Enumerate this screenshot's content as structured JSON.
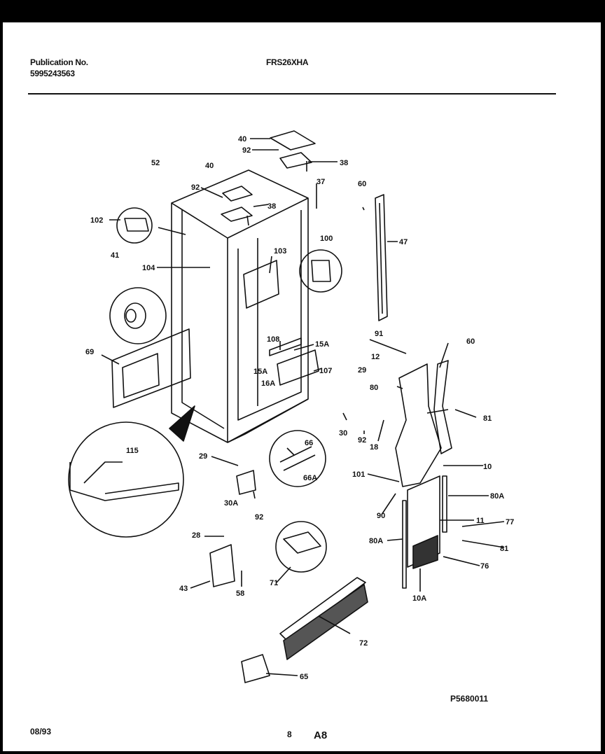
{
  "header": {
    "publication_label": "Publication No.",
    "publication_number": "5995243563",
    "model": "FRS26XHA"
  },
  "footer": {
    "date": "08/93",
    "page": "8",
    "section": "A8",
    "figure_code": "P5680011"
  },
  "callouts": [
    {
      "id": "c40a",
      "text": "40"
    },
    {
      "id": "c92a",
      "text": "92"
    },
    {
      "id": "c38a",
      "text": "38"
    },
    {
      "id": "c52",
      "text": "52"
    },
    {
      "id": "c40b",
      "text": "40"
    },
    {
      "id": "c92b",
      "text": "92"
    },
    {
      "id": "c37",
      "text": "37"
    },
    {
      "id": "c60a",
      "text": "60"
    },
    {
      "id": "c38b",
      "text": "38"
    },
    {
      "id": "c102",
      "text": "102"
    },
    {
      "id": "c100",
      "text": "100"
    },
    {
      "id": "c103",
      "text": "103"
    },
    {
      "id": "c47",
      "text": "47"
    },
    {
      "id": "c41",
      "text": "41"
    },
    {
      "id": "c104",
      "text": "104"
    },
    {
      "id": "c91",
      "text": "91"
    },
    {
      "id": "c60b",
      "text": "60"
    },
    {
      "id": "c69",
      "text": "69"
    },
    {
      "id": "c108",
      "text": "108"
    },
    {
      "id": "c15Aa",
      "text": "15A"
    },
    {
      "id": "c12",
      "text": "12"
    },
    {
      "id": "c29a",
      "text": "29"
    },
    {
      "id": "c15Ab",
      "text": "15A"
    },
    {
      "id": "c107",
      "text": "107"
    },
    {
      "id": "c16A",
      "text": "16A"
    },
    {
      "id": "c80a",
      "text": "80"
    },
    {
      "id": "c81a",
      "text": "81"
    },
    {
      "id": "c30",
      "text": "30"
    },
    {
      "id": "c92c",
      "text": "92"
    },
    {
      "id": "c18",
      "text": "18"
    },
    {
      "id": "c66",
      "text": "66"
    },
    {
      "id": "c115",
      "text": "115"
    },
    {
      "id": "c29b",
      "text": "29"
    },
    {
      "id": "c66A",
      "text": "66A"
    },
    {
      "id": "c10",
      "text": "10"
    },
    {
      "id": "c101",
      "text": "101"
    },
    {
      "id": "c80A",
      "text": "80A"
    },
    {
      "id": "c30A",
      "text": "30A"
    },
    {
      "id": "c92d",
      "text": "92"
    },
    {
      "id": "c90",
      "text": "90"
    },
    {
      "id": "c11",
      "text": "11"
    },
    {
      "id": "c77",
      "text": "77"
    },
    {
      "id": "c28",
      "text": "28"
    },
    {
      "id": "c80Ab",
      "text": "80A"
    },
    {
      "id": "c81b",
      "text": "81"
    },
    {
      "id": "c76",
      "text": "76"
    },
    {
      "id": "c43",
      "text": "43"
    },
    {
      "id": "c58",
      "text": "58"
    },
    {
      "id": "c71",
      "text": "71"
    },
    {
      "id": "c10A",
      "text": "10A"
    },
    {
      "id": "c72",
      "text": "72"
    },
    {
      "id": "c65",
      "text": "65"
    }
  ]
}
